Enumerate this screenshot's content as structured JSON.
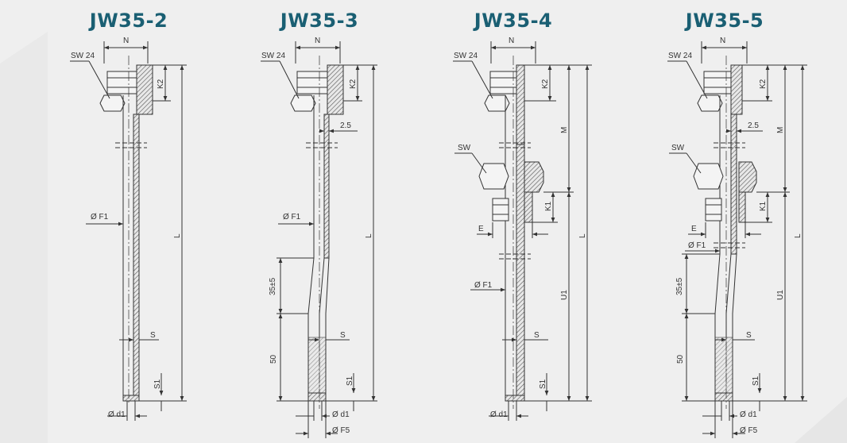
{
  "colors": {
    "title": "#1a5f73",
    "line": "#333333",
    "background": "#efefef",
    "hatch": "#555555"
  },
  "drawings": [
    {
      "title": "JW35-2",
      "labels": {
        "width": "N",
        "wrench": "SW 24",
        "k2": "K2",
        "length": "L",
        "outer_diameter": "Ø F1",
        "wall": "S",
        "bottom": "S1",
        "tip_diameter": "Ø d1"
      }
    },
    {
      "title": "JW35-3",
      "labels": {
        "width": "N",
        "wrench": "SW 24",
        "k2": "K2",
        "gap": "2.5",
        "length": "L",
        "outer_diameter": "Ø F1",
        "taper": "35±5",
        "tip_length": "50",
        "wall": "S",
        "bottom": "S1",
        "tip_diameter": "Ø d1",
        "tip_outer": "Ø F5"
      }
    },
    {
      "title": "JW35-4",
      "labels": {
        "width": "N",
        "wrench": "SW 24",
        "k2": "K2",
        "m": "M",
        "wrench2": "SW",
        "k1": "K1",
        "e": "E",
        "length": "L",
        "u1": "U1",
        "outer_diameter": "Ø F1",
        "wall": "S",
        "bottom": "S1",
        "tip_diameter": "Ø d1"
      }
    },
    {
      "title": "JW35-5",
      "labels": {
        "width": "N",
        "wrench": "SW 24",
        "k2": "K2",
        "gap": "2.5",
        "m": "M",
        "wrench2": "SW",
        "k1": "K1",
        "e": "E",
        "length": "L",
        "u1": "U1",
        "outer_diameter": "Ø F1",
        "taper": "35±5",
        "tip_length": "50",
        "wall": "S",
        "bottom": "S1",
        "tip_diameter": "Ø d1",
        "tip_outer": "Ø F5"
      }
    }
  ]
}
